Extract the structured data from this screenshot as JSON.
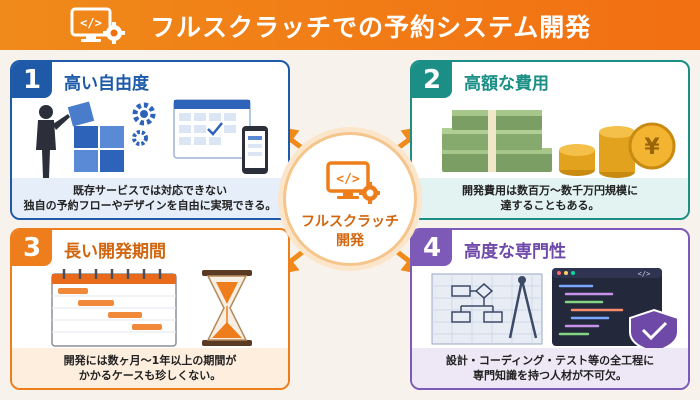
{
  "header": {
    "title": "フルスクラッチでの予約システム開発",
    "icon": "code-monitor-gear-icon"
  },
  "center": {
    "line1": "フルスクラッチ",
    "line2": "開発",
    "icon": "code-monitor-gear-icon"
  },
  "cards": [
    {
      "number": "1",
      "title": "高い自由度",
      "desc_line1": "既存サービスでは対応できない",
      "desc_line2": "独自の予約フローやデザインを自由に実現できる。",
      "color": "#1e5aa8",
      "illustration": "person-puzzle-calendar-phone-icon"
    },
    {
      "number": "2",
      "title": "高額な費用",
      "desc_line1": "開発費用は数百万～数千万円規模に",
      "desc_line2": "達することもある。",
      "color": "#1b8f86",
      "illustration": "money-stack-coins-icon"
    },
    {
      "number": "3",
      "title": "長い開発期間",
      "desc_line1": "開発には数ヶ月～1年以上の期間が",
      "desc_line2": "かかるケースも珍しくない。",
      "color": "#ee7d1c",
      "illustration": "gantt-calendar-hourglass-icon"
    },
    {
      "number": "4",
      "title": "高度な専門性",
      "desc_line1": "設計・コーディング・テスト等の全工程に",
      "desc_line2": "専門知識を持つ人材が不可欠。",
      "color": "#7e5ab8",
      "illustration": "blueprint-code-shield-icon"
    }
  ],
  "colors": {
    "header": "#f26f12",
    "arrow": "#f08a1a",
    "background": "#f7f3ec"
  }
}
